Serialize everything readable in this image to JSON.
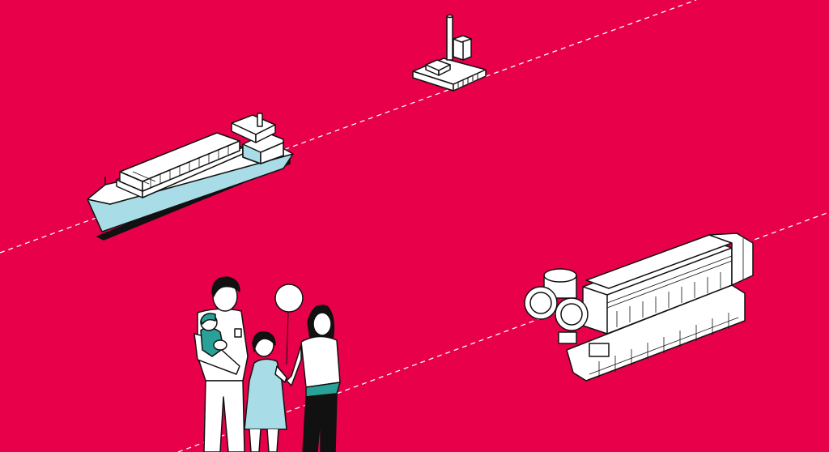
{
  "scene": {
    "background": "#E8004A",
    "line_color": "#FFFFFF",
    "accent_blue": "#A8DCE6",
    "accent_teal": "#2AA198",
    "ink": "#111111",
    "elements": [
      "power-plant",
      "container-ship",
      "marine-engine",
      "family-with-balloon"
    ]
  }
}
